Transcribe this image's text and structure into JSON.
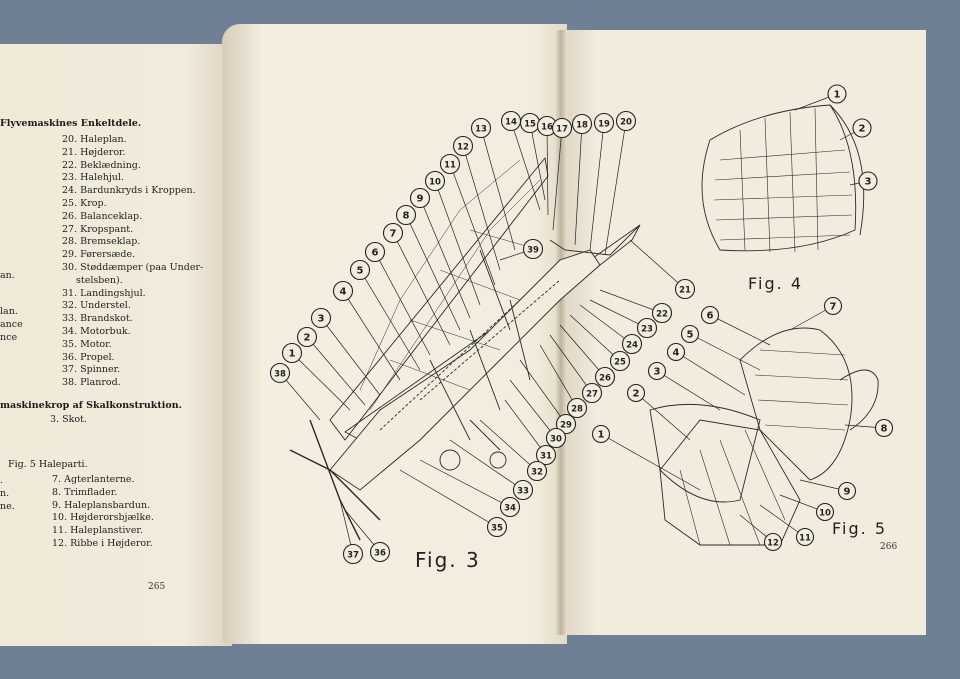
{
  "left_page": {
    "heading": "Flyvemaskines Enkeltdele.",
    "parts_list": [
      "20. Haleplan.",
      "21. Højderor.",
      "22. Beklædning.",
      "23. Halehjul.",
      "24. Bardunkryds i Kroppen.",
      "25. Krop.",
      "26. Balanceklap.",
      "27. Kropspant.",
      "28. Bremseklap.",
      "29. Førersæde.",
      "30. Støddæmper (paa Under-",
      "stelsben).",
      "31. Landingshjul.",
      "32. Understel.",
      "33. Brandskot.",
      "34. Motorbuk.",
      "35. Motor.",
      "36. Propel.",
      "37. Spinner.",
      "38. Planrod."
    ],
    "margin_fragments": [
      "an.",
      "lan.",
      "ance",
      "nce"
    ],
    "section2_heading": "maskinekrop af Skalkonstruktion.",
    "section2_items": [
      "3. Skot."
    ],
    "section3_heading": "Fig. 5 Haleparti.",
    "section3_fragments": [
      ".",
      "n.",
      "ne."
    ],
    "section3_items": [
      "7. Agterlanterne.",
      "8. Trimflader.",
      "9. Haleplansbardun.",
      "10. Højderorsbjælke.",
      "11. Haleplanstiver.",
      "12. Ribbe i Højderor."
    ],
    "page_number": "265"
  },
  "figures": {
    "fig3_label": "Fig. 3",
    "fig4_label": "Fig. 4",
    "fig5_label": "Fig. 5",
    "fig3_callouts": [
      "1",
      "2",
      "3",
      "4",
      "5",
      "6",
      "7",
      "8",
      "9",
      "10",
      "11",
      "12",
      "13",
      "14",
      "15",
      "16",
      "17",
      "18",
      "19",
      "20",
      "21",
      "22",
      "23",
      "24",
      "25",
      "26",
      "27",
      "28",
      "29",
      "30",
      "31",
      "32",
      "33",
      "34",
      "35",
      "36",
      "37",
      "38",
      "39"
    ],
    "fig4_callouts": [
      "1",
      "2",
      "3"
    ],
    "fig5_callouts": [
      "1",
      "2",
      "3",
      "4",
      "5",
      "6",
      "7",
      "8",
      "9",
      "10",
      "11",
      "12"
    ]
  },
  "right_page": {
    "page_number": "266"
  },
  "colors": {
    "background": "#6f7f94",
    "paper": "#f2ecdd",
    "ink": "#222222"
  }
}
